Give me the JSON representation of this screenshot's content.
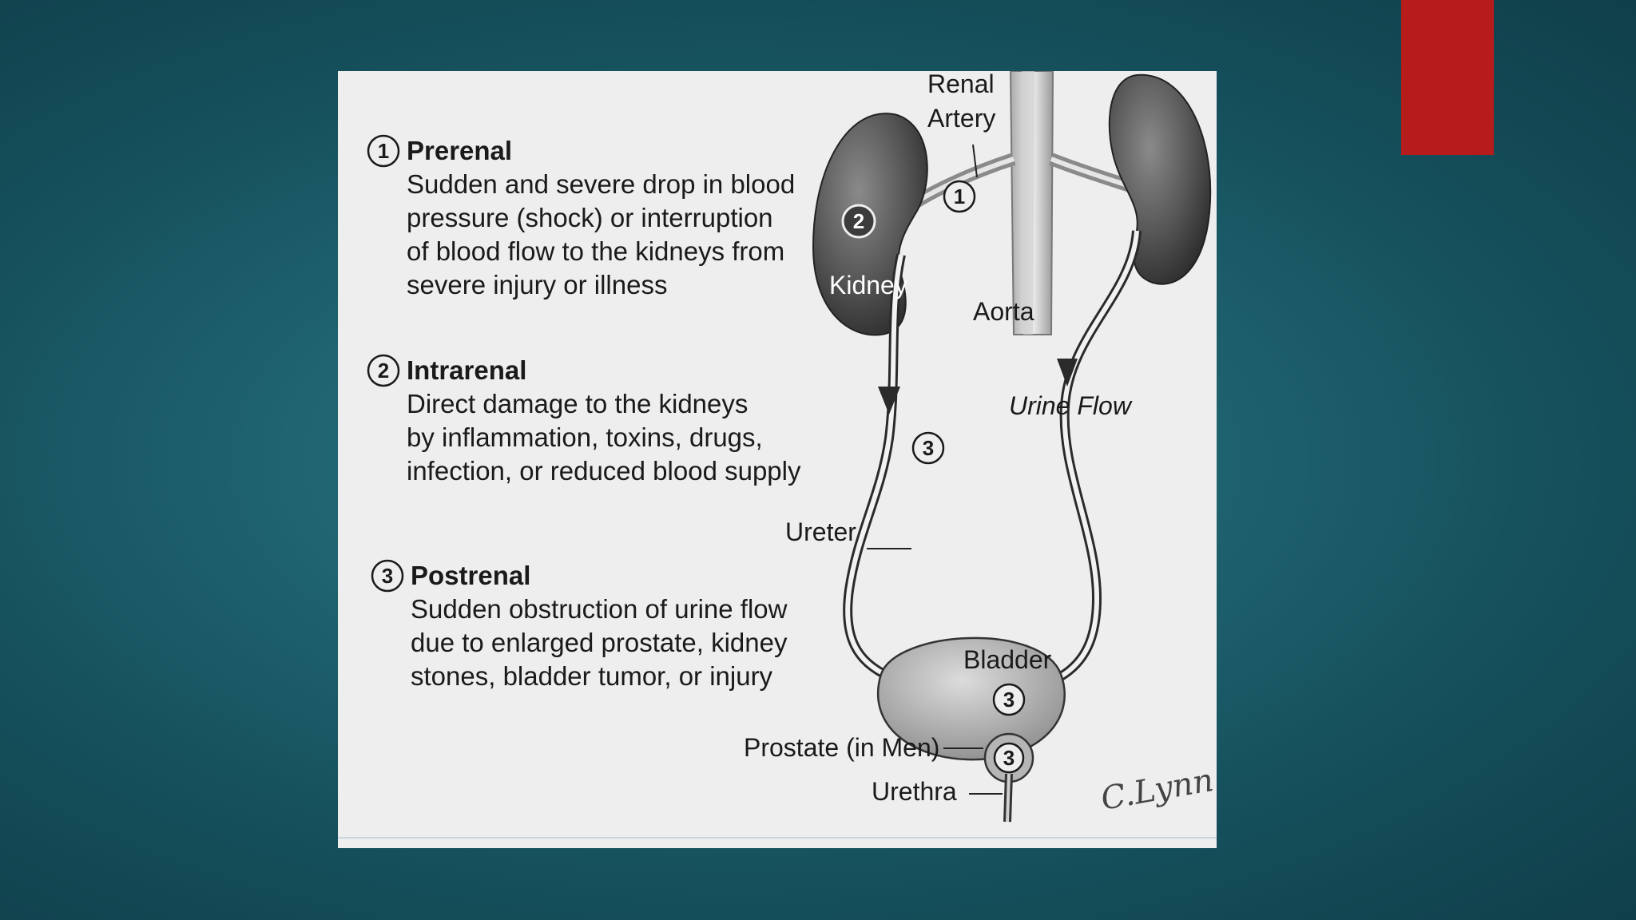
{
  "categories": [
    {
      "number": "1",
      "title": "Prerenal",
      "lines": [
        "Sudden and severe drop in blood",
        "pressure (shock) or interruption",
        "of blood flow to the kidneys from",
        "severe injury or illness"
      ]
    },
    {
      "number": "2",
      "title": "Intrarenal",
      "lines": [
        "Direct damage to the kidneys",
        "by inflammation, toxins, drugs,",
        "infection, or reduced blood supply"
      ]
    },
    {
      "number": "3",
      "title": "Postrenal",
      "lines": [
        "Sudden obstruction of urine flow",
        "due to enlarged prostate, kidney",
        "stones, bladder tumor, or injury"
      ]
    }
  ],
  "diagram": {
    "renal_artery_line1": "Renal",
    "renal_artery_line2": "Artery",
    "kidney": "Kidney",
    "aorta": "Aorta",
    "urine_flow": "Urine Flow",
    "ureter": "Ureter",
    "bladder": "Bladder",
    "prostate": "Prostate (in Men)",
    "urethra": "Urethra",
    "markers": {
      "artery": "1",
      "kidney": "2",
      "ureter": "3",
      "bladder": "3",
      "prostate": "3"
    },
    "signature": "C.Lynn"
  },
  "colors": {
    "accent": "#b71c1c",
    "figure_bg": "#eeeeee"
  }
}
